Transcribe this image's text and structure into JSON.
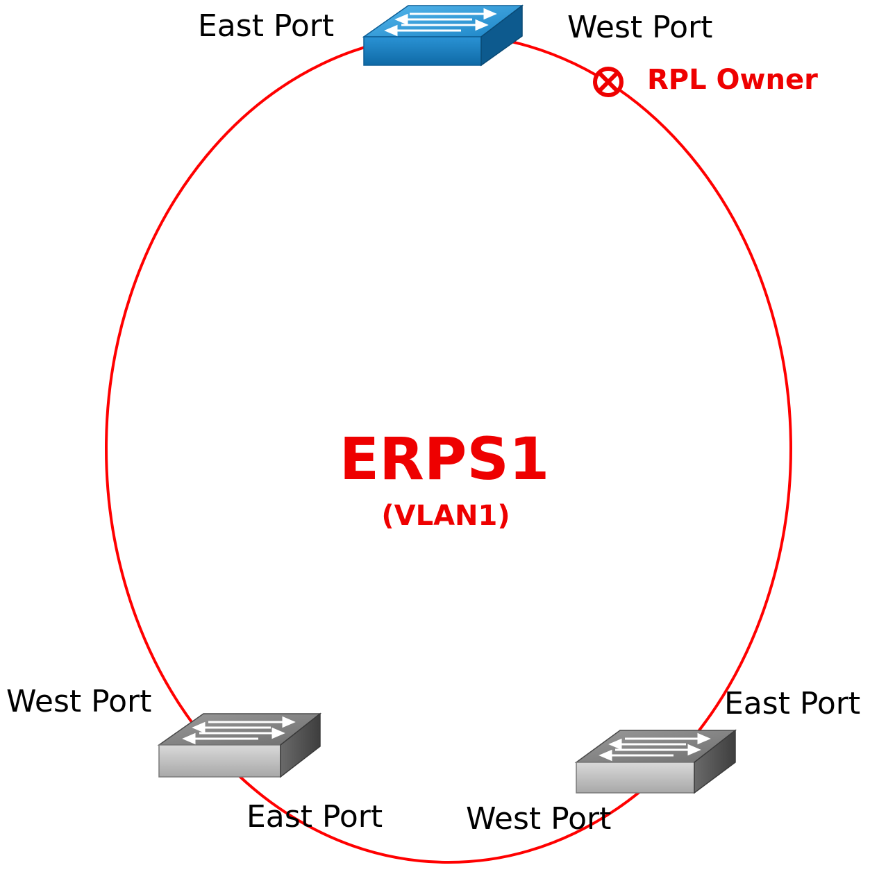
{
  "colors": {
    "ring": "#ff0000",
    "accent_text": "#ee0000",
    "owner_switch_top": "#2a9ad8",
    "owner_switch_front": "#1776b4",
    "owner_switch_side": "#0d5a8e",
    "switch_top": "#b0b0b0",
    "switch_front": "#bdbdbd",
    "switch_side": "#5c5c5c"
  },
  "ring": {
    "name": "ERPS1",
    "vlan": "(VLAN1)"
  },
  "rpl_owner": {
    "label": "RPL Owner",
    "icon": "blocked-port-icon"
  },
  "switches": {
    "top": {
      "role": "rpl-owner",
      "icon": "switch-icon",
      "east_port_label": "East Port",
      "west_port_label": "West Port"
    },
    "bottom_left": {
      "icon": "switch-icon",
      "west_port_label": "West Port",
      "east_port_label": "East Port"
    },
    "bottom_right": {
      "icon": "switch-icon",
      "east_port_label": "East Port",
      "west_port_label": "West Port"
    }
  }
}
